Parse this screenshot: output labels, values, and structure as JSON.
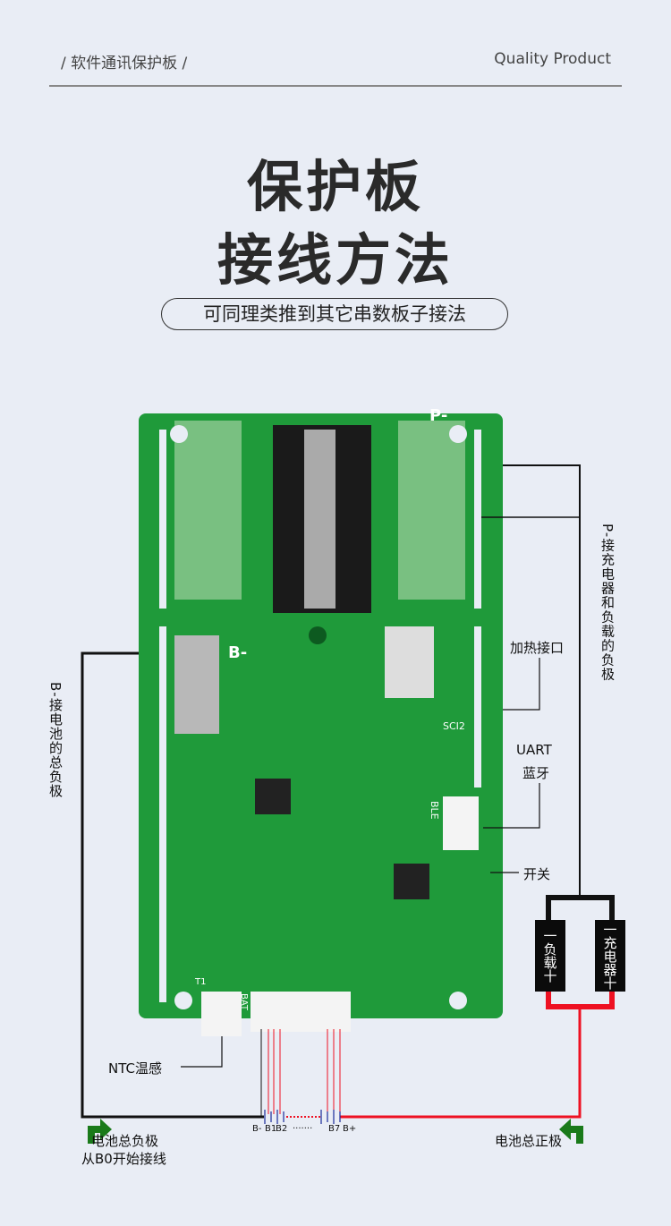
{
  "header": {
    "left": "/ 软件通讯保护板 /",
    "right": "Quality Product"
  },
  "title": {
    "line1": "保护板",
    "line2": "接线方法"
  },
  "subtitle": "可同理类推到其它串数板子接法",
  "labels": {
    "heating": "加热接口",
    "uart": "UART",
    "bluetooth": "蓝牙",
    "switch": "开关",
    "ntc": "NTC温感",
    "b_minus_desc": "B-接电池的总负极",
    "p_minus_desc": "P-接充电器和负载的负极",
    "load": "一负载十",
    "charger": "一充电器十",
    "neg_total": "电池总负极",
    "neg_start": "从B0开始接线",
    "pos_total": "电池总正极",
    "cells": [
      "B-",
      "B1",
      "B2",
      "·······",
      "B7",
      "B+"
    ]
  },
  "board": {
    "silk_b_minus": "B-",
    "silk_p_minus": "P-",
    "silk_ble": "BLE",
    "silk_sci2": "SCI2",
    "silk_bat": "BAT",
    "silk_t1": "T1"
  },
  "colors": {
    "background": "#e9edf5",
    "pcb": "#1f9a3a",
    "positive_wire": "#ee1122",
    "negative_wire": "#111111",
    "arrow": "#1a7a1a"
  }
}
